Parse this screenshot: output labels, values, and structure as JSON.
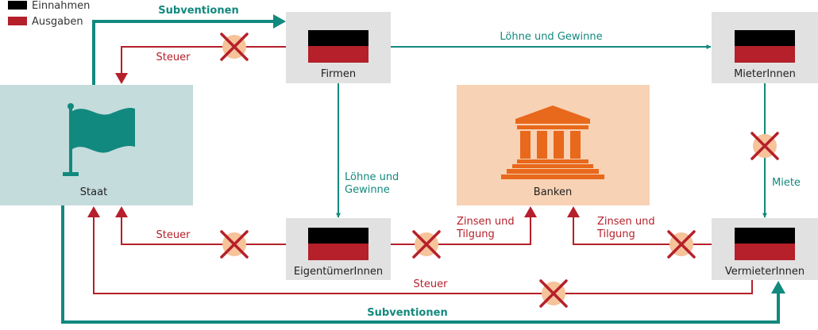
{
  "legend": {
    "income_label": "Einnahmen",
    "expense_label": "Ausgaben"
  },
  "colors": {
    "income": "#000000",
    "expense": "#b5202a",
    "state_box": "#c5dcdc",
    "sector_box": "#e1e1e1",
    "bank_box": "#f8d2b4",
    "bank_icon": "#e8681c",
    "teal": "#12897e",
    "red": "#b5202a",
    "cross_circle": "#f6c39a"
  },
  "nodes": {
    "staat": "Staat",
    "firmen": "Firmen",
    "mieter": "MieterInnen",
    "banken": "Banken",
    "eigentuemer": "EigentümerInnen",
    "vermieter": "VermieterInnen"
  },
  "flows": {
    "subventionen_top": "Subventionen",
    "steuer_firmen": "Steuer",
    "loehne_top": "Löhne und Gewinne",
    "loehne_mid_line1": "Löhne und",
    "loehne_mid_line2": "Gewinne",
    "miete": "Miete",
    "steuer_eigentuemer": "Steuer",
    "zinsen_left_line1": "Zinsen und",
    "zinsen_left_line2": "Tilgung",
    "zinsen_right_line1": "Zinsen und",
    "zinsen_right_line2": "Tilgung",
    "steuer_vermieter": "Steuer",
    "subventionen_bottom": "Subventionen"
  },
  "icons": {
    "state": "flag-icon",
    "bank": "bank-building-icon",
    "blocked": "cross-icon"
  }
}
